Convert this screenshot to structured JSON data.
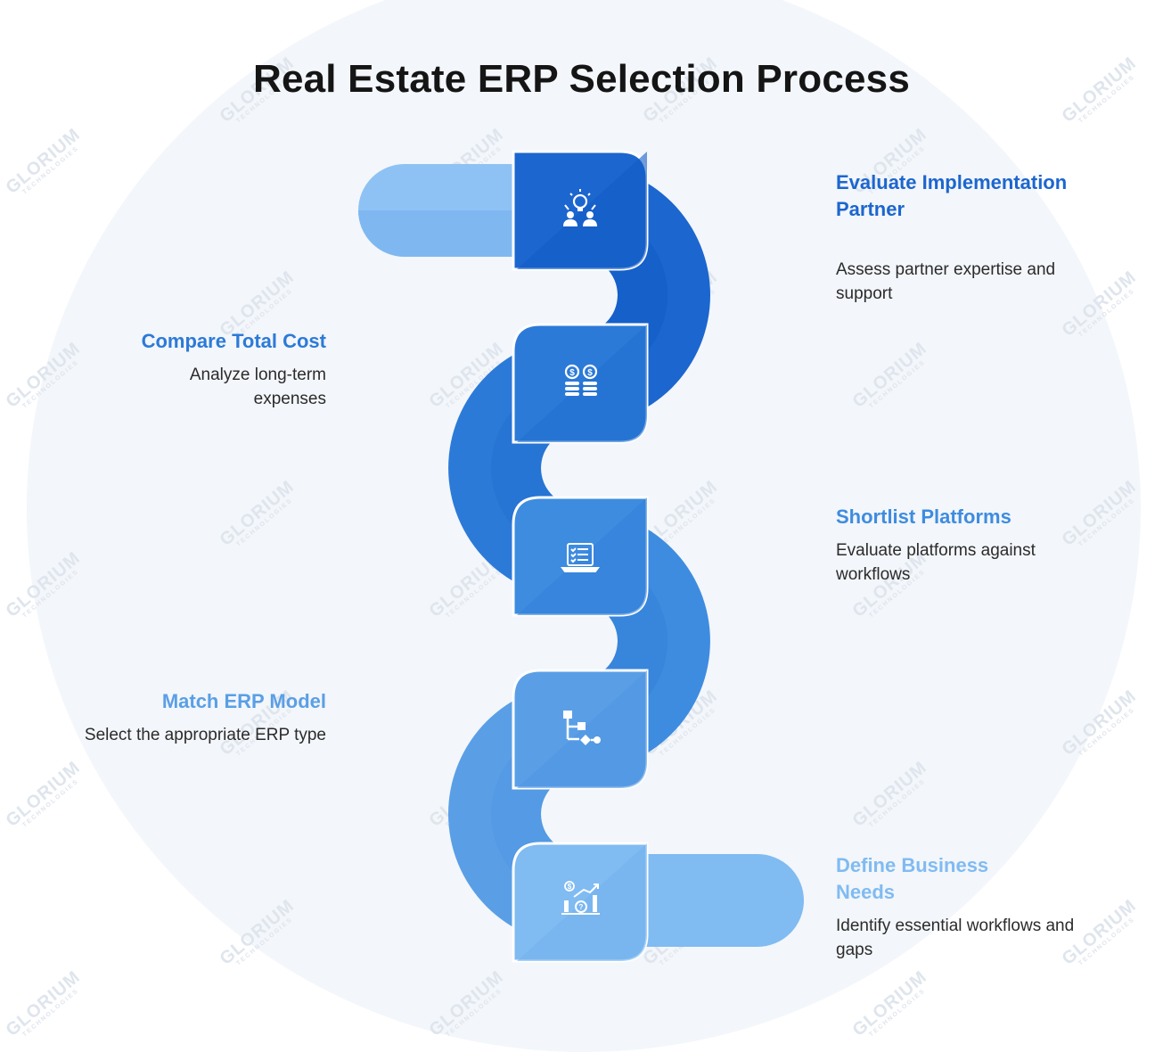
{
  "title": "Real Estate ERP Selection Process",
  "watermark": {
    "brand": "GLORIUM",
    "sub": "TECHNOLOGIES"
  },
  "colors": {
    "step1": "#1c66cf",
    "step2": "#2c7ad8",
    "step3": "#3e8ce0",
    "step4": "#5a9fe6",
    "step5": "#80bbf2"
  },
  "steps": [
    {
      "title": "Evaluate Implementation Partner",
      "description": "Assess partner expertise and support",
      "icon": "team-idea-icon"
    },
    {
      "title": "Compare Total Cost",
      "description": "Analyze long-term expenses",
      "icon": "coins-dollar-icon"
    },
    {
      "title": "Shortlist Platforms",
      "description": "Evaluate platforms against workflows",
      "icon": "laptop-checklist-icon"
    },
    {
      "title": "Match ERP Model",
      "description": "Select the appropriate ERP type",
      "icon": "flowchart-icon"
    },
    {
      "title": "Define Business Needs",
      "description": "Identify essential workflows and gaps",
      "icon": "growth-chart-icon"
    }
  ]
}
